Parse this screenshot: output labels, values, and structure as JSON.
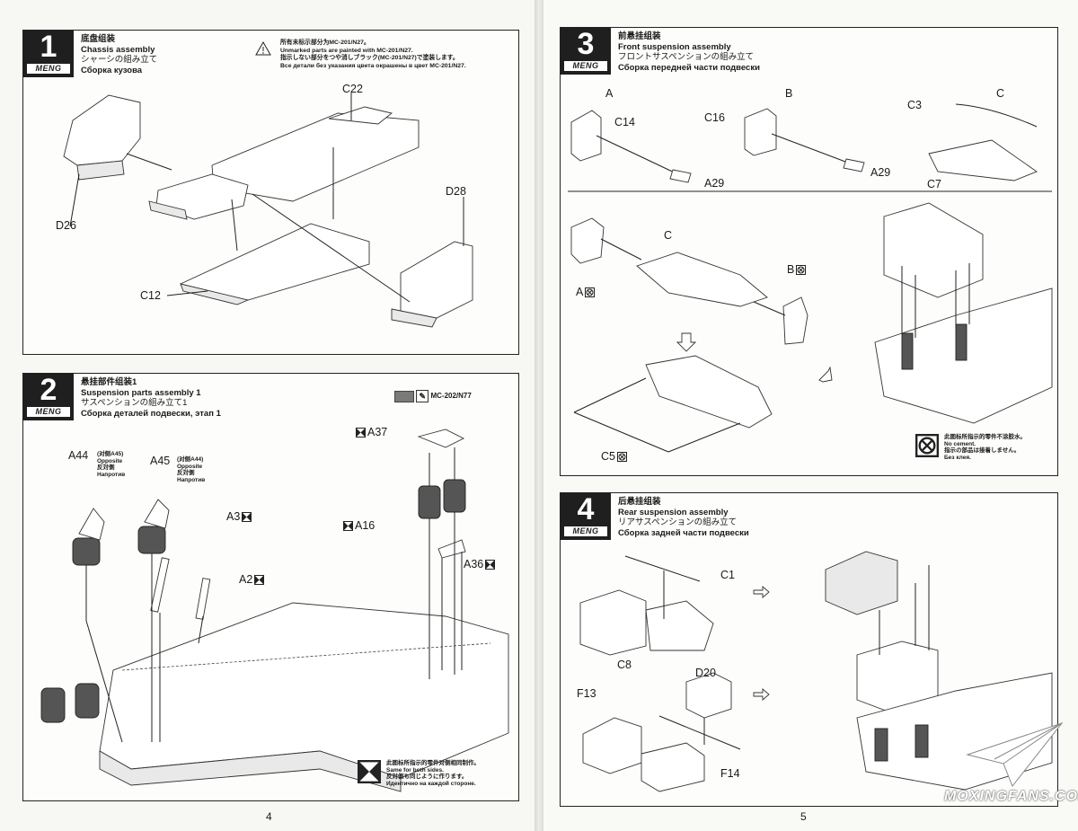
{
  "left_page": {
    "page_number": "4",
    "step1": {
      "number": "1",
      "brand": "MENG",
      "title_cn": "底盘组装",
      "title_en": "Chassis assembly",
      "title_jp": "シャーシの組み立て",
      "title_ru": "Сборка кузова",
      "paint_note": [
        "所有未标示部分为MC-201/N27。",
        "Unmarked parts are painted with MC-201/N27.",
        "指示しない部分をつや消しブラック(MC-201/N27)で塗装します。",
        "Все детали без указания цвета окрашены в цвет MC-201/N27."
      ],
      "labels": {
        "c22": "C22",
        "d28": "D28",
        "d26": "D26",
        "c12": "C12"
      }
    },
    "step2": {
      "number": "2",
      "brand": "MENG",
      "title_cn": "悬挂部件组装1",
      "title_en": "Suspension parts assembly 1",
      "title_jp": "サスペンションの組み立て1",
      "title_ru": "Сборка деталей подвески, этап 1",
      "paint": "MC-202/N77",
      "labels": {
        "a44": "A44",
        "a44_opp": "(对侧A45)",
        "a45": "A45",
        "a45_opp": "(对侧A44)",
        "opposite": "Opposite",
        "opposite_jp": "反対側",
        "opposite_ru": "Напротив",
        "a3": "A3",
        "a2": "A2",
        "a37": "A37",
        "a16": "A16",
        "a36": "A36"
      },
      "both_sides_note": [
        "此图标所指示的零件对侧相同制作。",
        "Same for both sides.",
        "反対側も同じように作ります。",
        "Идентично на каждой стороне."
      ]
    }
  },
  "right_page": {
    "page_number": "5",
    "step3": {
      "number": "3",
      "brand": "MENG",
      "title_cn": "前悬挂组装",
      "title_en": "Front suspension assembly",
      "title_jp": "フロントサスペンションの組み立て",
      "title_ru": "Сборка передней части подвески",
      "labels": {
        "a": "A",
        "b": "B",
        "c": "C",
        "c14": "C14",
        "c16": "C16",
        "c3": "C3",
        "a29": "A29",
        "a29b": "A29",
        "c7": "C7",
        "lower_a": "A",
        "lower_b": "B",
        "lower_c": "C",
        "c5": "C5"
      },
      "no_cement_note": [
        "此图标所指示的零件不涂胶水。",
        "No cement.",
        "指示の部品は接着しません。",
        "Без клея."
      ]
    },
    "step4": {
      "number": "4",
      "brand": "MENG",
      "title_cn": "后悬挂组装",
      "title_en": "Rear suspension assembly",
      "title_jp": "リアサスペンションの組み立て",
      "title_ru": "Сборка задней части подвески",
      "labels": {
        "c1": "C1",
        "c8": "C8",
        "d20": "D20",
        "f13": "F13",
        "f14": "F14"
      }
    },
    "watermark": "MOXINGFANS.COM"
  },
  "colors": {
    "ink": "#1f1f1f",
    "paper": "#fdfdfb",
    "paint_swatch": "#7a7a7a"
  }
}
